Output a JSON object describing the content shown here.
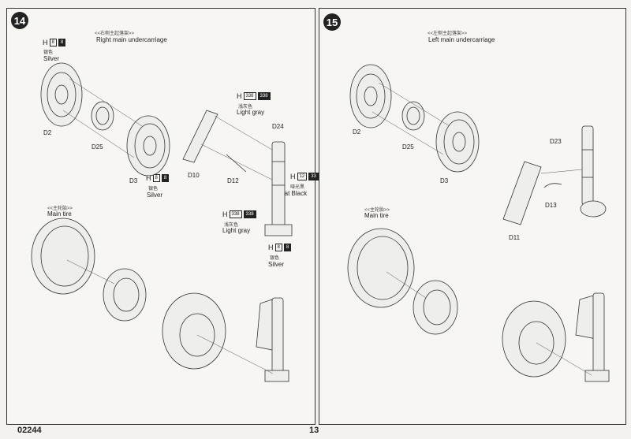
{
  "footer": {
    "code": "02244",
    "page": "13"
  },
  "step14": {
    "number": "14",
    "title_cn": "<<右侧主起落架>>",
    "title_en": "Right main undercarriage",
    "tire_cn": "<<主轮胎>>",
    "tire_en": "Main tire",
    "parts": [
      "D2",
      "D25",
      "D3",
      "D10",
      "D12",
      "D24"
    ],
    "colors": [
      {
        "h": "H",
        "code": "8",
        "code2": "8",
        "cn": "银色",
        "en": "Silver"
      },
      {
        "h": "H",
        "code": "8",
        "code2": "8",
        "cn": "银色",
        "en": "Silver"
      },
      {
        "h": "H",
        "code": "338",
        "code2": "338",
        "cn": "浅灰色",
        "en": "Light gray"
      },
      {
        "h": "H",
        "code": "12",
        "code2": "33",
        "cn": "哑光黑",
        "en": "Flat  Black"
      },
      {
        "h": "H",
        "code": "338",
        "code2": "338",
        "cn": "浅灰色",
        "en": "Light gray"
      },
      {
        "h": "H",
        "code": "8",
        "code2": "8",
        "cn": "银色",
        "en": "Silver"
      }
    ]
  },
  "step15": {
    "number": "15",
    "title_cn": "<<左侧主起落架>>",
    "title_en": "Left main undercarriage",
    "tire_cn": "<<主轮胎>>",
    "tire_en": "Main tire",
    "parts": [
      "D2",
      "D25",
      "D3",
      "D23",
      "D13",
      "D11"
    ]
  }
}
